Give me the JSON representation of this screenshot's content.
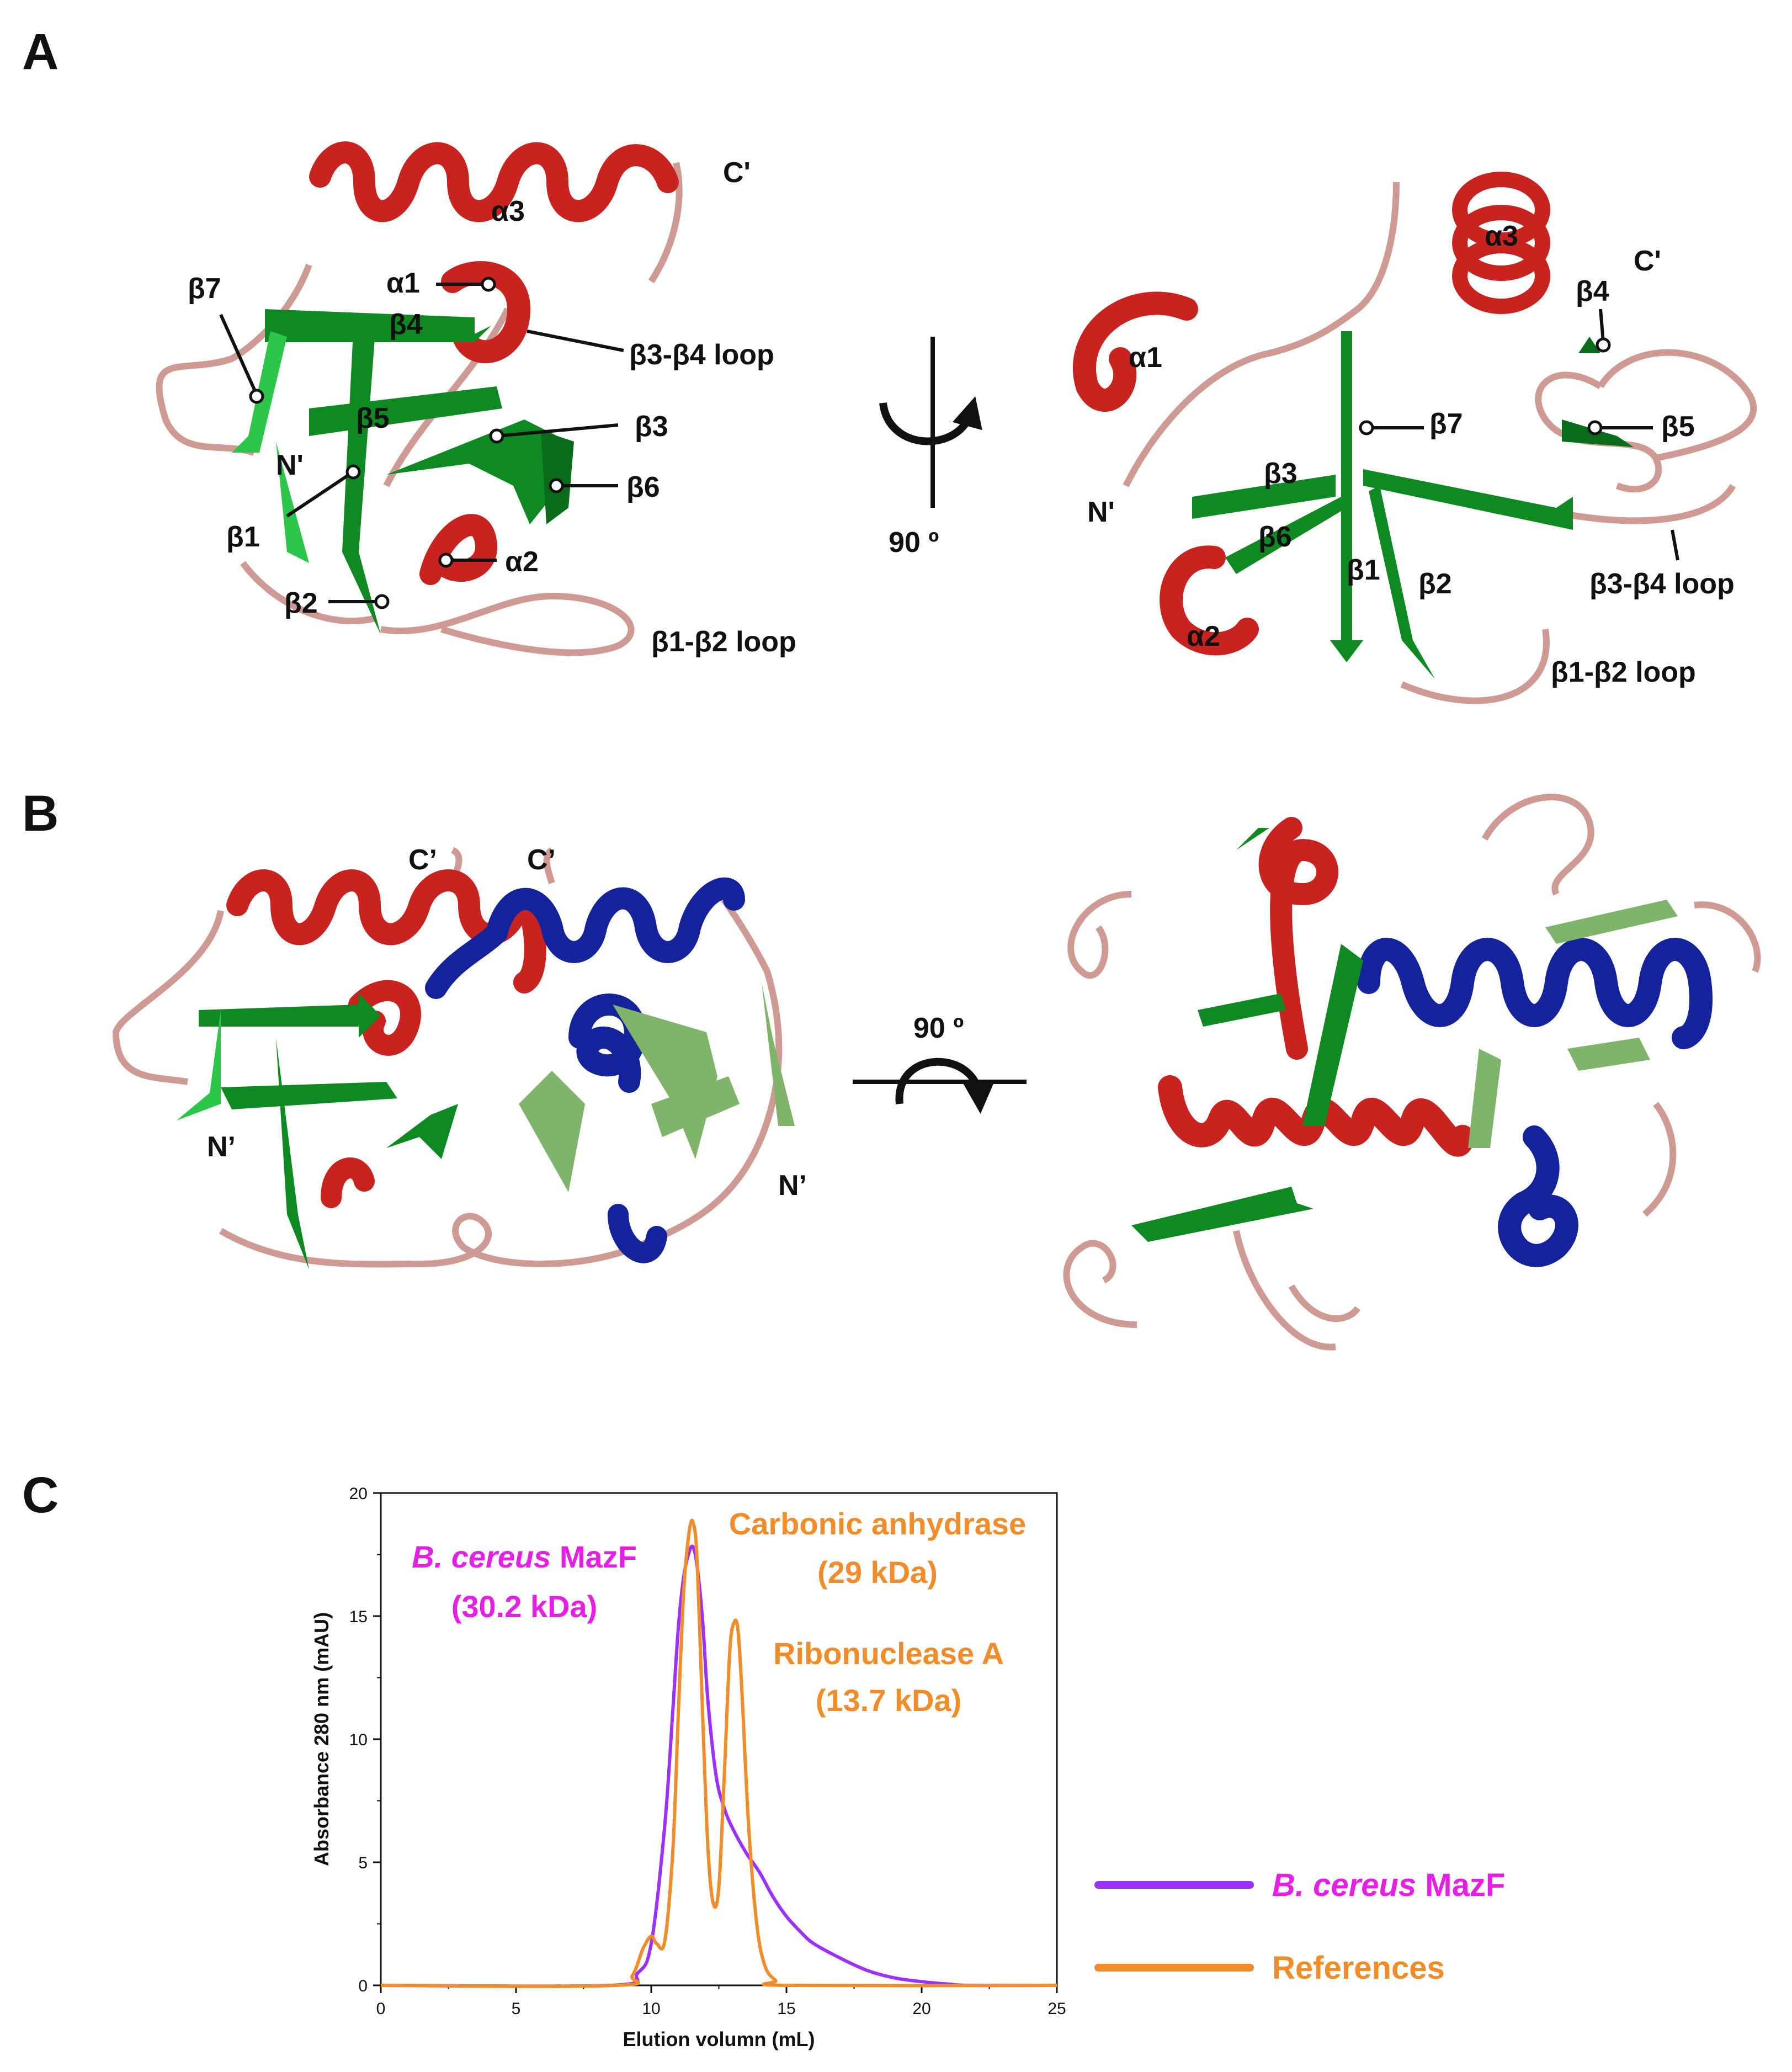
{
  "panels": {
    "a": {
      "letter": "A",
      "left": {
        "alpha3": "α3",
        "alpha1": "α1",
        "alpha2": "α2",
        "beta1": "β1",
        "beta2": "β2",
        "beta3": "β3",
        "beta4": "β4",
        "beta5": "β5",
        "beta6": "β6",
        "beta7": "β7",
        "cterm": "C'",
        "nterm": "N'",
        "loop34": "β3-β4 loop",
        "loop12": "β1-β2 loop"
      },
      "rotation": "90 º",
      "right": {
        "alpha3": "α3",
        "alpha1": "α1",
        "alpha2": "α2",
        "beta1": "β1",
        "beta2": "β2",
        "beta3": "β3",
        "beta4": "β4",
        "beta5": "β5",
        "beta6": "β6",
        "beta7": "β7",
        "cterm": "C'",
        "nterm": "N'",
        "loop34": "β3-β4 loop",
        "loop12": "β1-β2 loop"
      }
    },
    "b": {
      "letter": "B",
      "cterm_red": "C’",
      "cterm_blue": "C’",
      "nterm_red": "N’",
      "nterm_blue": "N’",
      "rotation": "90 º"
    },
    "c": {
      "letter": "C"
    }
  },
  "colors": {
    "helix_chain_a": "#c8231f",
    "helix_chain_b": "#14239b",
    "strand_dark": "#0f8a22",
    "strand_light": "#2cc64a",
    "strand_pale": "#7fb56a",
    "loop": "#cf9a94",
    "mazf_line": "#9b30ff",
    "reference_line": "#f28c28",
    "mazf_text": "#e61ee6"
  },
  "chart_data": {
    "type": "line",
    "xlabel": "Elution volumn (mL)",
    "ylabel": "Absorbance 280 nm (mAU)",
    "xlim": [
      0,
      25
    ],
    "ylim": [
      0,
      20
    ],
    "xticks": [
      "0",
      "5",
      "10",
      "15",
      "20",
      "25"
    ],
    "yticks": [
      "0",
      "5",
      "10",
      "15",
      "20"
    ],
    "series": [
      {
        "name": "B. cereus MazF",
        "color": "#9b30ff",
        "x": [
          0,
          8.5,
          9.5,
          10.0,
          10.5,
          10.8,
          11.0,
          11.2,
          11.4,
          11.55,
          11.7,
          11.9,
          12.1,
          12.4,
          12.7,
          13.0,
          13.5,
          14.0,
          14.5,
          15.0,
          15.5,
          16.0,
          17.0,
          18.0,
          19.0,
          20.0,
          21.0,
          21.8,
          25
        ],
        "y": [
          0,
          0,
          0.5,
          1.7,
          6.5,
          11.2,
          14.5,
          16.6,
          17.6,
          17.8,
          17.0,
          14.8,
          11.5,
          8.5,
          7.2,
          6.4,
          5.4,
          4.6,
          3.6,
          2.8,
          2.2,
          1.7,
          1.1,
          0.6,
          0.3,
          0.15,
          0.05,
          0,
          0
        ]
      },
      {
        "name": "References",
        "color": "#f28c28",
        "x": [
          0,
          8.7,
          9.3,
          9.7,
          10.0,
          10.2,
          10.5,
          10.8,
          11.0,
          11.2,
          11.4,
          11.55,
          11.7,
          11.9,
          12.1,
          12.3,
          12.5,
          12.7,
          12.9,
          13.05,
          13.2,
          13.35,
          13.6,
          13.9,
          14.2,
          14.6,
          15.0,
          25
        ],
        "y": [
          0,
          0,
          0.4,
          1.5,
          2.0,
          1.7,
          1.8,
          5.5,
          11.0,
          16.0,
          18.4,
          18.8,
          17.2,
          11.0,
          5.5,
          3.3,
          4.0,
          8.5,
          13.5,
          14.7,
          14.5,
          12.0,
          6.5,
          2.5,
          0.8,
          0.2,
          0,
          0
        ]
      }
    ],
    "annotations": {
      "mazf_line1": "B. cereus",
      "mazf_line1_tail": " MazF",
      "mazf_line2": "(30.2 kDa)",
      "carbonic_line1": "Carbonic anhydrase",
      "carbonic_line2": "(29 kDa)",
      "ribo_line1": "Ribonuclease A",
      "ribo_line2": "(13.7 kDa)"
    },
    "legend": [
      {
        "italic": "B. cereus",
        "text": " MazF"
      },
      {
        "italic": "",
        "text": "References"
      }
    ]
  }
}
